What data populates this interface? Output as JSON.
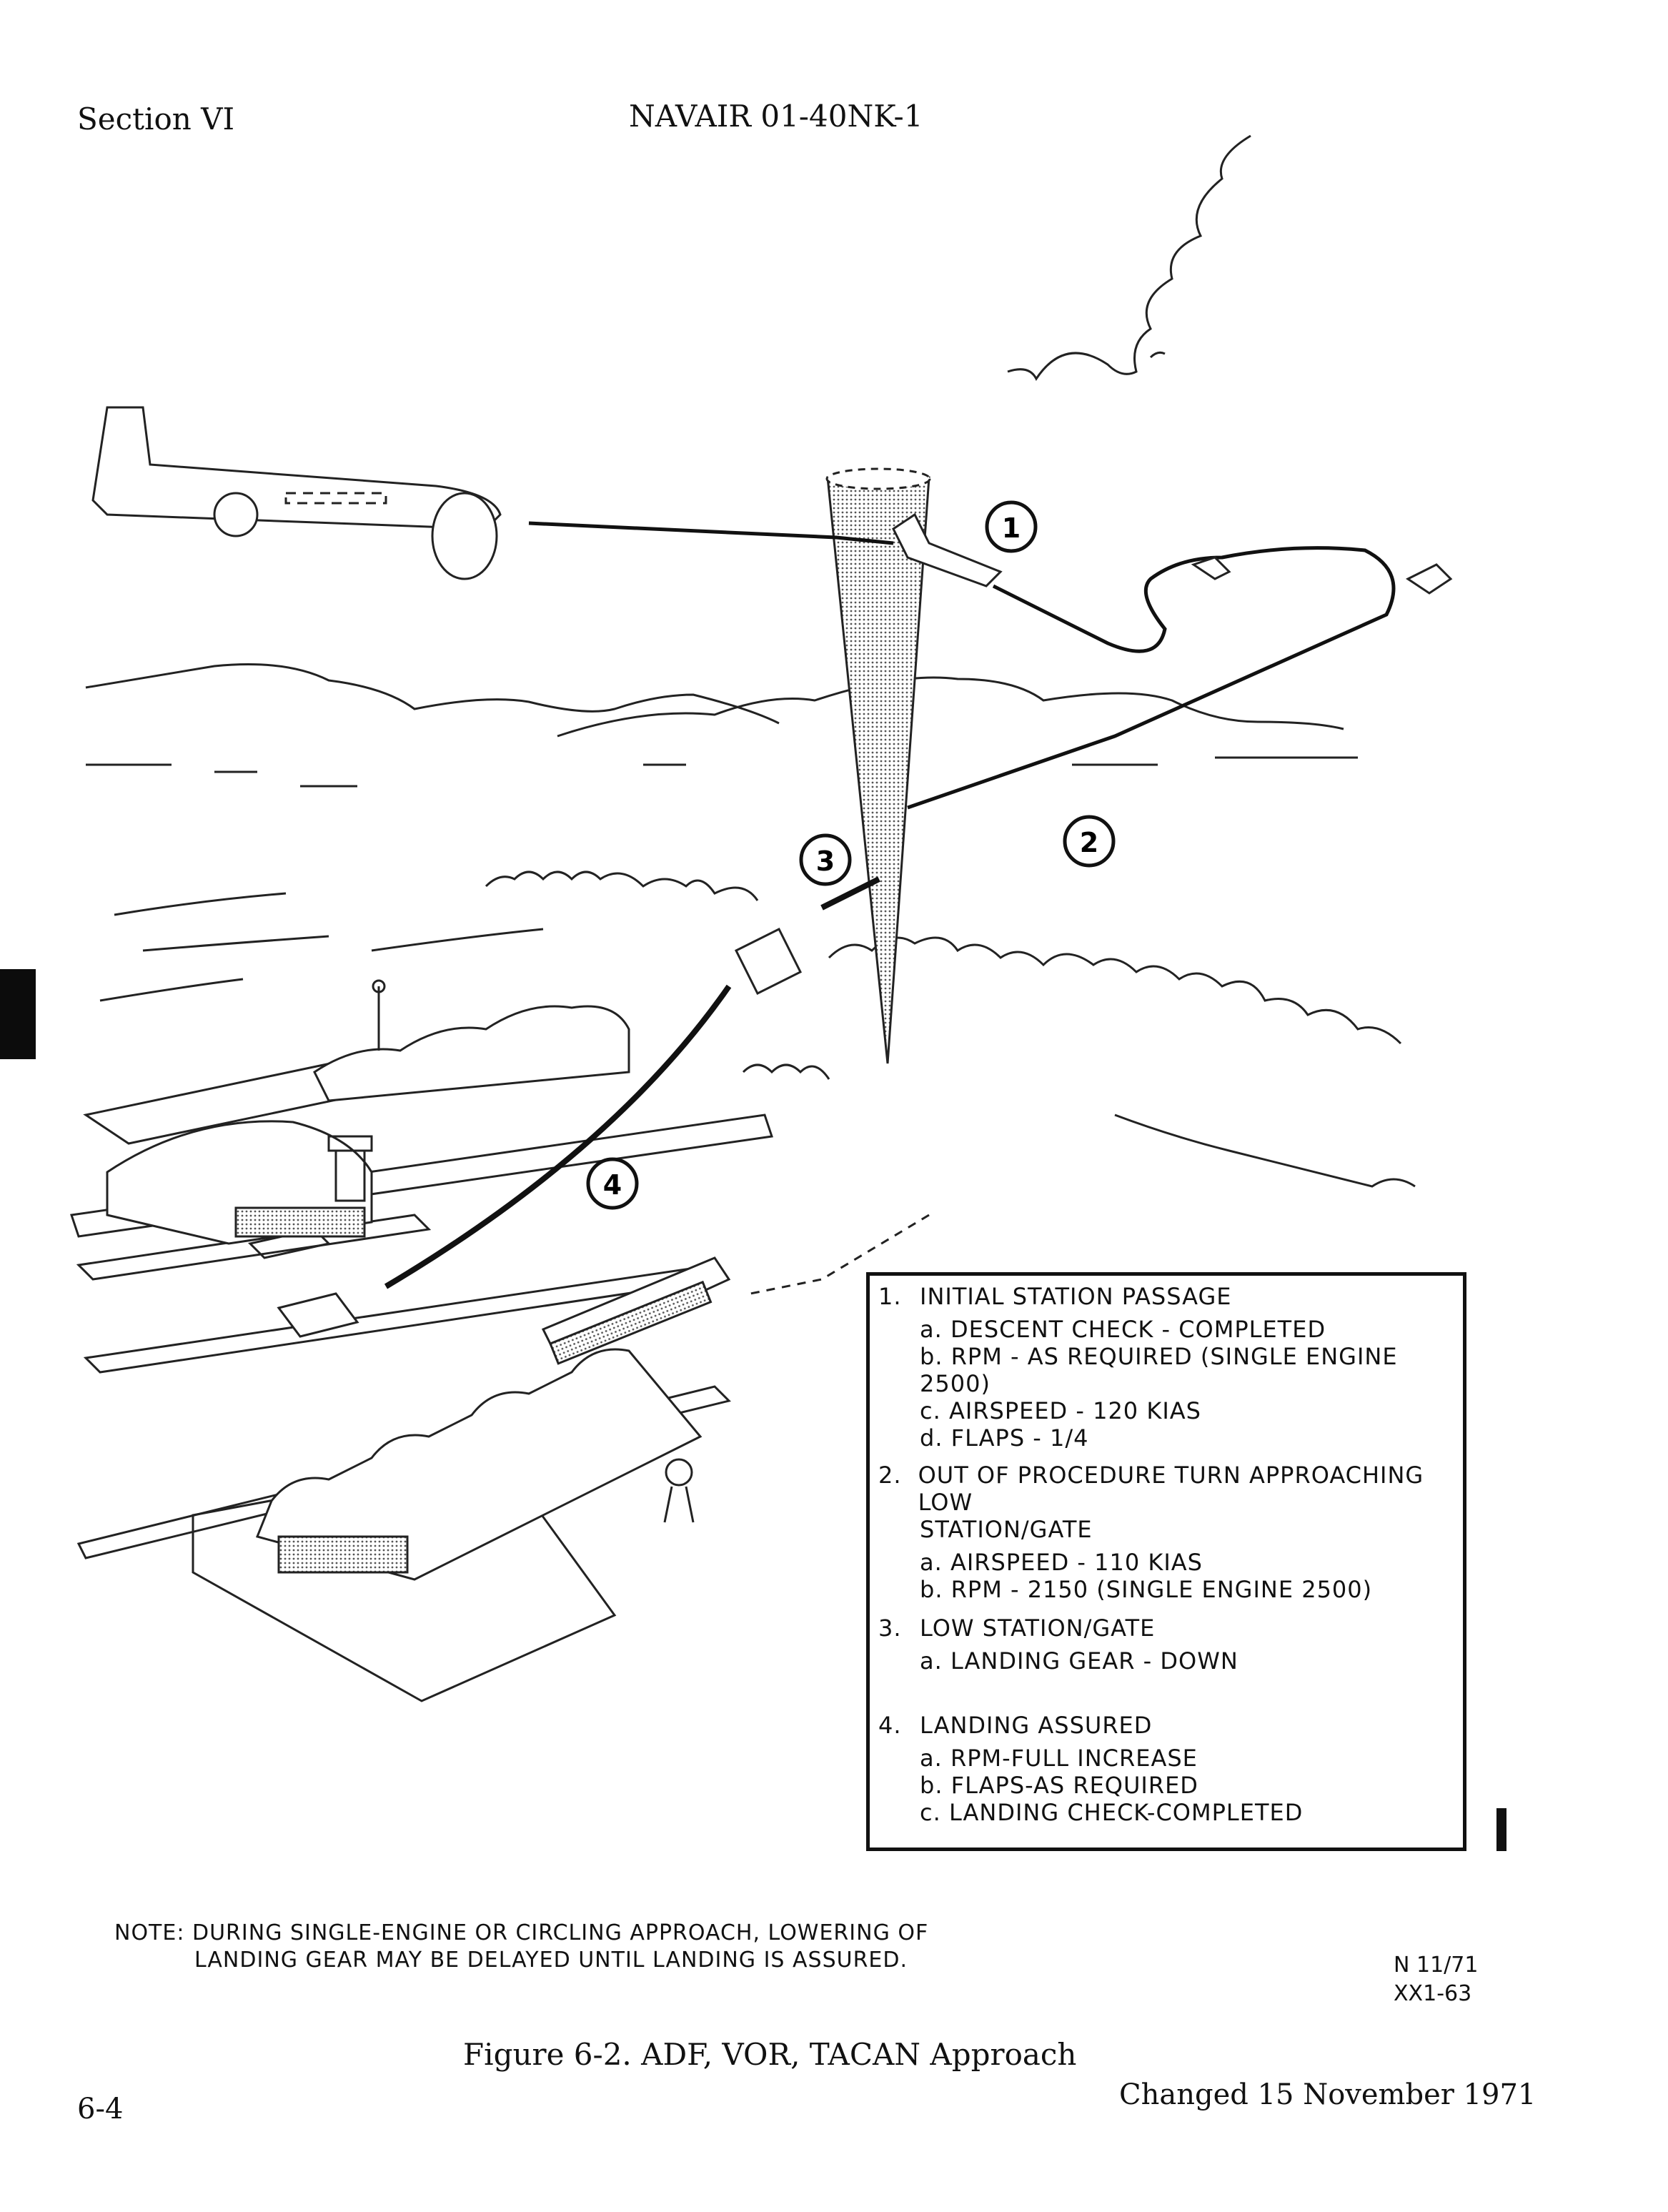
{
  "header": {
    "section": "Section VI",
    "doc_number": "NAVAIR 01-40NK-1"
  },
  "illustration": {
    "markers": [
      "1",
      "2",
      "3",
      "4"
    ]
  },
  "legend": {
    "sections": [
      {
        "num": "1.",
        "title": "INITIAL STATION PASSAGE",
        "items": [
          "a. DESCENT CHECK - COMPLETED",
          "b. RPM - AS REQUIRED (SINGLE ENGINE 2500)",
          "c. AIRSPEED - 120 KIAS",
          "d. FLAPS - 1/4"
        ]
      },
      {
        "num": "2.",
        "title": "OUT OF PROCEDURE TURN APPROACHING LOW",
        "title2": "STATION/GATE",
        "items": [
          "a. AIRSPEED - 110 KIAS",
          "b. RPM - 2150 (SINGLE ENGINE 2500)"
        ]
      },
      {
        "num": "3.",
        "title": "LOW STATION/GATE",
        "items": [
          "a. LANDING GEAR - DOWN"
        ]
      },
      {
        "num": "4.",
        "title": "LANDING ASSURED",
        "items": [
          "a. RPM-FULL INCREASE",
          "b. FLAPS-AS REQUIRED",
          "c. LANDING CHECK-COMPLETED"
        ]
      }
    ]
  },
  "note": {
    "label": "NOTE:",
    "line1": "DURING SINGLE-ENGINE OR CIRCLING APPROACH, LOWERING OF",
    "line2": "LANDING GEAR MAY BE DELAYED UNTIL LANDING IS ASSURED."
  },
  "codes": {
    "line1": "N 11/71",
    "line2": "XX1-63"
  },
  "caption": "Figure 6-2.  ADF, VOR, TACAN Approach",
  "footer": {
    "page": "6-4",
    "changed": "Changed 15 November 1971"
  }
}
